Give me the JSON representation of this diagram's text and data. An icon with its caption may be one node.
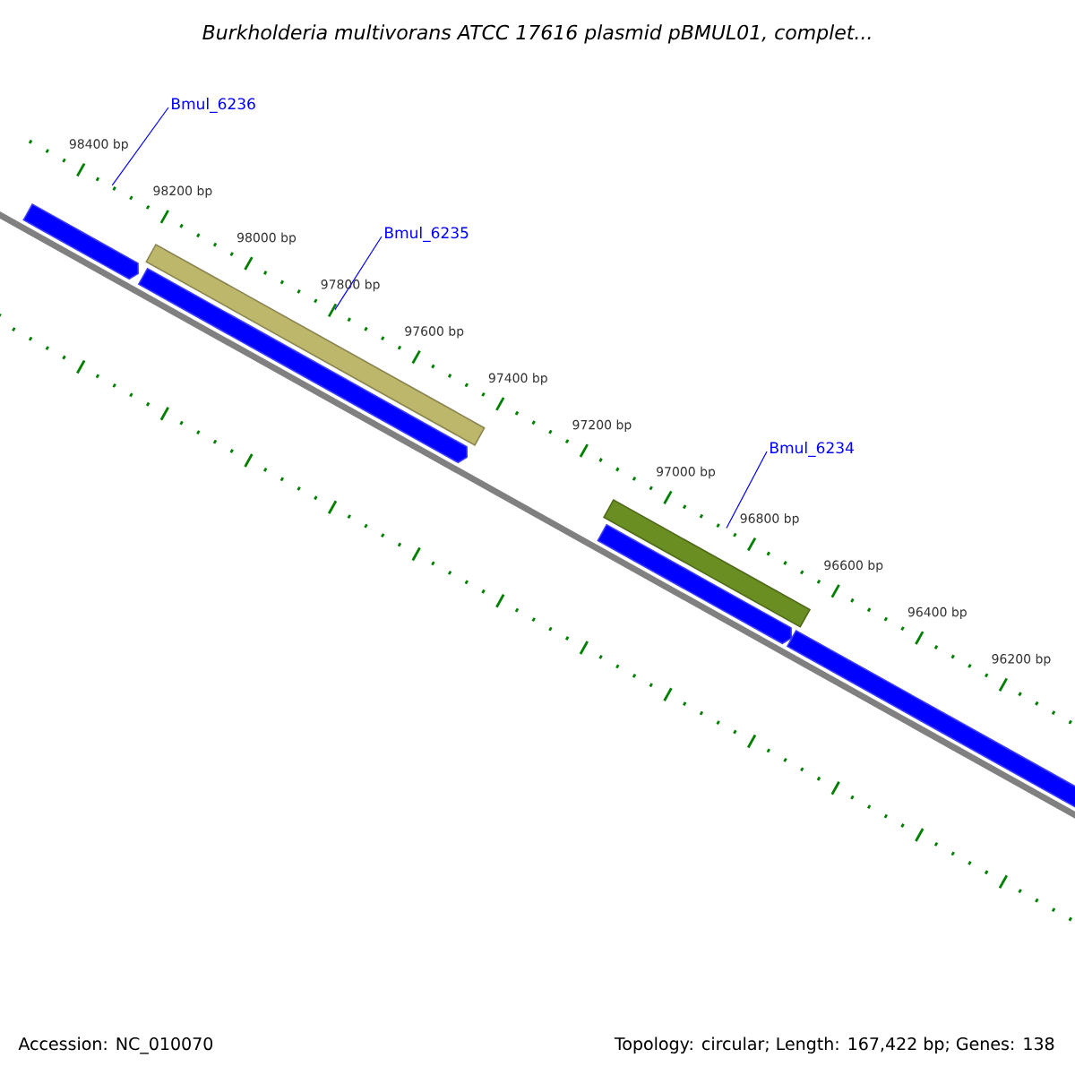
{
  "diagram": {
    "title": "*Burkholderia multivorans* ATCC 17616 plasmid pBMUL01, complet...",
    "nodes": [
      {
        "text": [
          "Bmul_6236"
        ]
      },
      {
        "text": [],
        "shape": "arrow"
      },
      {
        "text": [
          "Bmul_6235"
        ]
      },
      {
        "text": [],
        "shape": "bar"
      },
      {
        "text": [],
        "shape": "arrow"
      },
      {
        "text": [
          "Bmul_6234"
        ]
      },
      {
        "text": [],
        "shape": "bar"
      },
      {
        "text": [],
        "shape": "arrow"
      },
      {
        "text": [],
        "shape": "arrow"
      }
    ],
    "edges": [
      {
        "from": 0,
        "to": 1,
        "arrow": "none"
      },
      {
        "from": 2,
        "to": 3,
        "arrow": "none"
      },
      {
        "from": 5,
        "to": 6,
        "arrow": "none"
      }
    ],
    "labels": [
      "98400 bp",
      "98200 bp",
      "98000 bp",
      "97800 bp",
      "97600 bp",
      "97400 bp",
      "97200 bp",
      "97000 bp",
      "96800 bp",
      "96600 bp",
      "96400 bp",
      "96200 bp",
      "Accession: NC_010070",
      "Topology: circular; Length: 167,422 bp; Genes: 138"
    ]
  }
}
